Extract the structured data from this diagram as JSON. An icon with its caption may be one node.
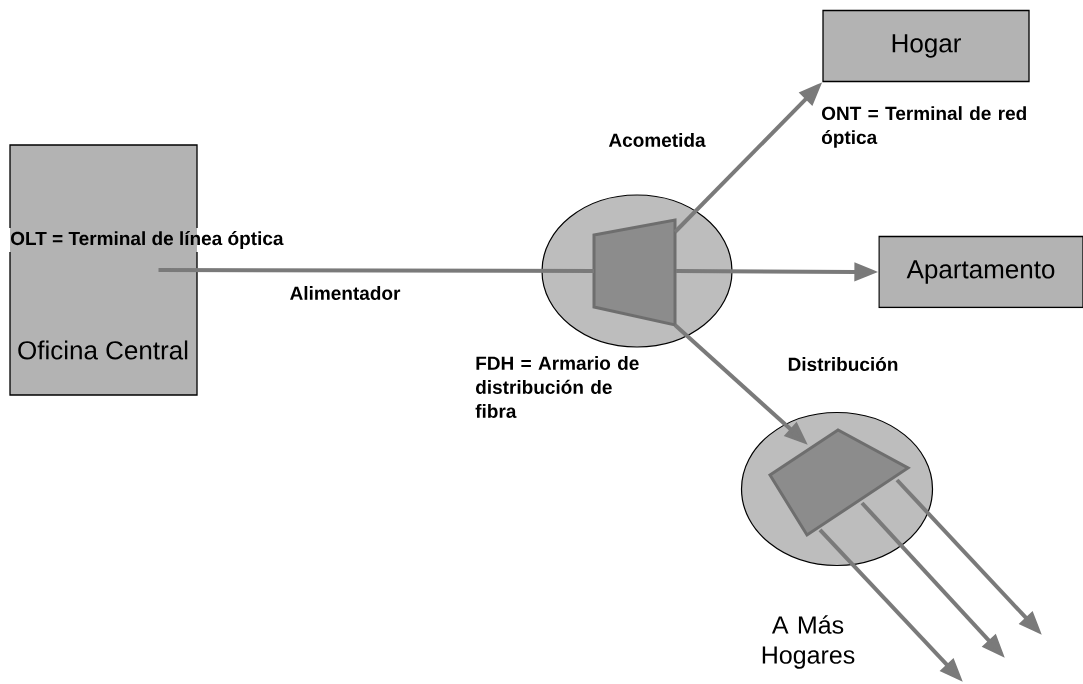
{
  "diagram": {
    "nodes": [
      {
        "text": [
          "OLT = Terminal de línea óptica",
          "Oficina Central"
        ]
      },
      {
        "text": [],
        "shape": "circle",
        "beside": [
          "FDH = Armario de distribución de fibra"
        ]
      },
      {
        "text": [
          "Hogar"
        ],
        "beside": [
          "ONT = Terminal de red óptica"
        ]
      },
      {
        "text": [
          "Apartamento"
        ]
      },
      {
        "text": [],
        "shape": "circle"
      }
    ],
    "edges": [
      {
        "from": 0,
        "to": 1,
        "arrow": "none",
        "label": "Alimentador"
      },
      {
        "from": 1,
        "to": 2,
        "arrow": "to",
        "label": "Acometida"
      },
      {
        "from": 1,
        "to": 3,
        "arrow": "to"
      },
      {
        "from": 1,
        "to": 4,
        "arrow": "to",
        "label": "Distribución"
      },
      {
        "from": 4,
        "to": null,
        "arrow": "to"
      },
      {
        "from": 4,
        "to": null,
        "arrow": "to"
      },
      {
        "from": 4,
        "to": null,
        "arrow": "to"
      }
    ],
    "labels": [
      "A Más Hogares"
    ]
  }
}
